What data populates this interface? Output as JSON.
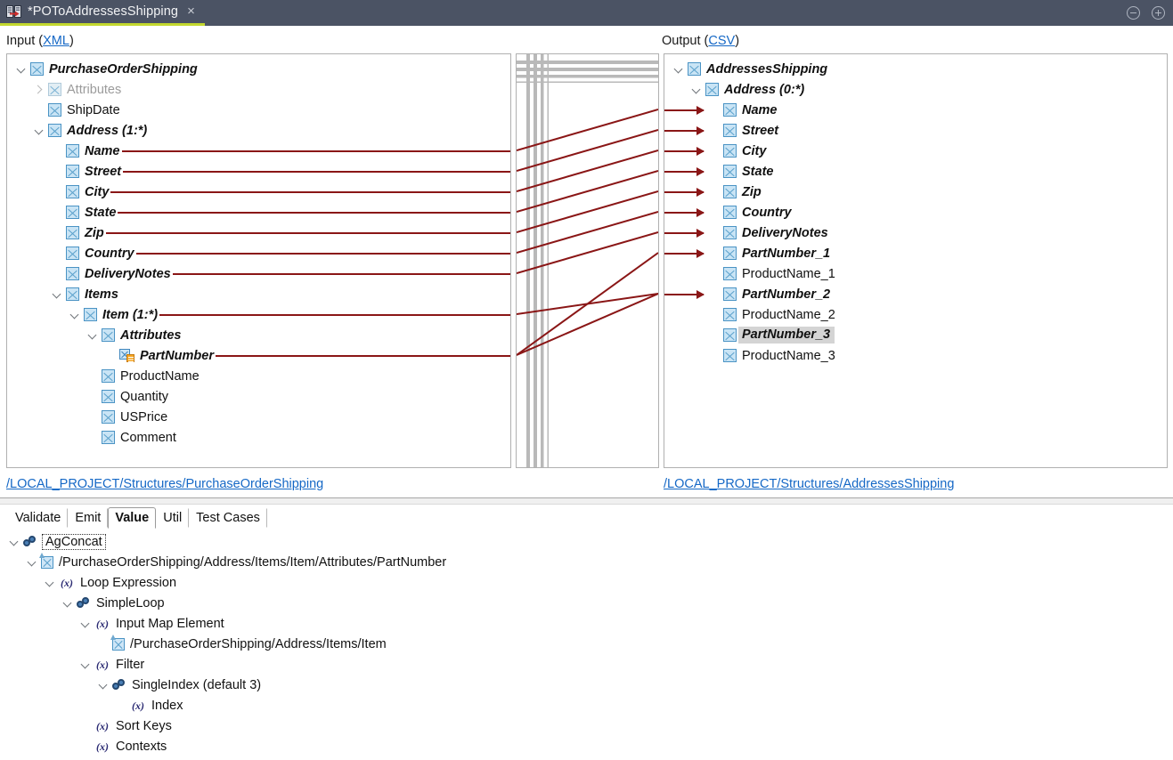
{
  "window": {
    "tab_title": "*POToAddressesShipping",
    "tab_icon": "mapping-file-icon",
    "close_label": "×",
    "minimize_label": "minimize-button",
    "maximize_label": "maximize-button",
    "accent_color": "#c3d82e",
    "titlebar_color": "#4b5364"
  },
  "input": {
    "header_prefix": "Input (",
    "header_link": "XML",
    "header_suffix": ")",
    "footer_link": "/LOCAL_PROJECT/Structures/PurchaseOrderShipping",
    "nodes": [
      {
        "label": "PurchaseOrderShipping",
        "indent": 0,
        "twisty": "expanded",
        "icon": "element-icon",
        "bold": true,
        "dim": false,
        "connector": false
      },
      {
        "label": "Attributes",
        "indent": 1,
        "twisty": "collapsed",
        "icon": "element-icon",
        "bold": false,
        "dim": true,
        "connector": false
      },
      {
        "label": "ShipDate",
        "indent": 1,
        "twisty": "none",
        "icon": "element-icon",
        "bold": false,
        "dim": false,
        "connector": false
      },
      {
        "label": "Address (1:*)",
        "indent": 1,
        "twisty": "expanded",
        "icon": "element-icon",
        "bold": true,
        "dim": false,
        "connector": false
      },
      {
        "label": "Name",
        "indent": 2,
        "twisty": "none",
        "icon": "element-icon",
        "bold": true,
        "dim": false,
        "connector": true
      },
      {
        "label": "Street",
        "indent": 2,
        "twisty": "none",
        "icon": "element-icon",
        "bold": true,
        "dim": false,
        "connector": true
      },
      {
        "label": "City",
        "indent": 2,
        "twisty": "none",
        "icon": "element-icon",
        "bold": true,
        "dim": false,
        "connector": true
      },
      {
        "label": "State",
        "indent": 2,
        "twisty": "none",
        "icon": "element-icon",
        "bold": true,
        "dim": false,
        "connector": true
      },
      {
        "label": "Zip",
        "indent": 2,
        "twisty": "none",
        "icon": "element-icon",
        "bold": true,
        "dim": false,
        "connector": true
      },
      {
        "label": "Country",
        "indent": 2,
        "twisty": "none",
        "icon": "element-icon",
        "bold": true,
        "dim": false,
        "connector": true
      },
      {
        "label": "DeliveryNotes",
        "indent": 2,
        "twisty": "none",
        "icon": "element-icon",
        "bold": true,
        "dim": false,
        "connector": true
      },
      {
        "label": "Items",
        "indent": 2,
        "twisty": "expanded",
        "icon": "element-icon",
        "bold": true,
        "dim": false,
        "connector": false
      },
      {
        "label": "Item (1:*)",
        "indent": 3,
        "twisty": "expanded",
        "icon": "element-icon",
        "bold": true,
        "dim": false,
        "connector": true
      },
      {
        "label": "Attributes",
        "indent": 4,
        "twisty": "expanded",
        "icon": "element-icon",
        "bold": true,
        "dim": false,
        "connector": false
      },
      {
        "label": "PartNumber",
        "indent": 5,
        "twisty": "none",
        "icon": "attribute-icon",
        "bold": true,
        "dim": false,
        "connector": true
      },
      {
        "label": "ProductName",
        "indent": 4,
        "twisty": "none",
        "icon": "element-icon",
        "bold": false,
        "dim": false,
        "connector": false
      },
      {
        "label": "Quantity",
        "indent": 4,
        "twisty": "none",
        "icon": "element-icon",
        "bold": false,
        "dim": false,
        "connector": false
      },
      {
        "label": "USPrice",
        "indent": 4,
        "twisty": "none",
        "icon": "element-icon",
        "bold": false,
        "dim": false,
        "connector": false
      },
      {
        "label": "Comment",
        "indent": 4,
        "twisty": "none",
        "icon": "element-icon",
        "bold": false,
        "dim": false,
        "connector": false
      }
    ]
  },
  "output": {
    "header_prefix": "Output (",
    "header_link": "CSV",
    "header_suffix": ")",
    "footer_link": "/LOCAL_PROJECT/Structures/AddressesShipping",
    "nodes": [
      {
        "label": "AddressesShipping",
        "indent": 0,
        "twisty": "expanded",
        "icon": "element-icon",
        "bold": true,
        "arrow": false,
        "selected": false
      },
      {
        "label": "Address (0:*)",
        "indent": 1,
        "twisty": "expanded",
        "icon": "element-icon",
        "bold": true,
        "arrow": false,
        "selected": false
      },
      {
        "label": "Name",
        "indent": 2,
        "twisty": "none",
        "icon": "element-icon",
        "bold": true,
        "arrow": true,
        "selected": false
      },
      {
        "label": "Street",
        "indent": 2,
        "twisty": "none",
        "icon": "element-icon",
        "bold": true,
        "arrow": true,
        "selected": false
      },
      {
        "label": "City",
        "indent": 2,
        "twisty": "none",
        "icon": "element-icon",
        "bold": true,
        "arrow": true,
        "selected": false
      },
      {
        "label": "State",
        "indent": 2,
        "twisty": "none",
        "icon": "element-icon",
        "bold": true,
        "arrow": true,
        "selected": false
      },
      {
        "label": "Zip",
        "indent": 2,
        "twisty": "none",
        "icon": "element-icon",
        "bold": true,
        "arrow": true,
        "selected": false
      },
      {
        "label": "Country",
        "indent": 2,
        "twisty": "none",
        "icon": "element-icon",
        "bold": true,
        "arrow": true,
        "selected": false
      },
      {
        "label": "DeliveryNotes",
        "indent": 2,
        "twisty": "none",
        "icon": "element-icon",
        "bold": true,
        "arrow": true,
        "selected": false
      },
      {
        "label": "PartNumber_1",
        "indent": 2,
        "twisty": "none",
        "icon": "element-icon",
        "bold": true,
        "arrow": true,
        "selected": false
      },
      {
        "label": "ProductName_1",
        "indent": 2,
        "twisty": "none",
        "icon": "element-icon",
        "bold": false,
        "arrow": false,
        "selected": false
      },
      {
        "label": "PartNumber_2",
        "indent": 2,
        "twisty": "none",
        "icon": "element-icon",
        "bold": true,
        "arrow": true,
        "selected": false
      },
      {
        "label": "ProductName_2",
        "indent": 2,
        "twisty": "none",
        "icon": "element-icon",
        "bold": false,
        "arrow": false,
        "selected": false
      },
      {
        "label": "PartNumber_3",
        "indent": 2,
        "twisty": "none",
        "icon": "element-icon",
        "bold": true,
        "arrow": false,
        "selected": true
      },
      {
        "label": "ProductName_3",
        "indent": 2,
        "twisty": "none",
        "icon": "element-icon",
        "bold": false,
        "arrow": false,
        "selected": false
      }
    ]
  },
  "mapping": {
    "line_color": "#8a1616",
    "grid_color": "#b9b9b9",
    "links": [
      {
        "from": "Name",
        "to": "Name"
      },
      {
        "from": "Street",
        "to": "Street"
      },
      {
        "from": "City",
        "to": "City"
      },
      {
        "from": "State",
        "to": "State"
      },
      {
        "from": "Zip",
        "to": "Zip"
      },
      {
        "from": "Country",
        "to": "Country"
      },
      {
        "from": "DeliveryNotes",
        "to": "DeliveryNotes"
      },
      {
        "from": "Item (1:*)",
        "to": "PartNumber_2"
      },
      {
        "from": "PartNumber",
        "to": "PartNumber_1"
      },
      {
        "from": "PartNumber",
        "to": "PartNumber_2"
      }
    ]
  },
  "editor": {
    "tabs": [
      {
        "label": "Validate",
        "active": false
      },
      {
        "label": "Emit",
        "active": false
      },
      {
        "label": "Value",
        "active": true
      },
      {
        "label": "Util",
        "active": false
      },
      {
        "label": "Test Cases",
        "active": false
      }
    ],
    "nodes": [
      {
        "label": "AgConcat",
        "indent": 0,
        "twisty": "expanded",
        "icon": "function-icon",
        "focus": true
      },
      {
        "label": "/PurchaseOrderShipping/Address/Items/Item/Attributes/PartNumber",
        "indent": 1,
        "twisty": "expanded",
        "icon": "map-element-icon",
        "focus": false
      },
      {
        "label": "Loop Expression",
        "indent": 2,
        "twisty": "expanded",
        "icon": "expression-icon",
        "focus": false
      },
      {
        "label": "SimpleLoop",
        "indent": 3,
        "twisty": "expanded",
        "icon": "function-icon",
        "focus": false
      },
      {
        "label": "Input Map Element",
        "indent": 4,
        "twisty": "expanded",
        "icon": "expression-icon",
        "focus": false
      },
      {
        "label": "/PurchaseOrderShipping/Address/Items/Item",
        "indent": 5,
        "twisty": "none",
        "icon": "map-element-icon",
        "focus": false
      },
      {
        "label": "Filter",
        "indent": 4,
        "twisty": "expanded",
        "icon": "expression-icon",
        "focus": false
      },
      {
        "label": "SingleIndex (default 3)",
        "indent": 5,
        "twisty": "expanded",
        "icon": "function-icon",
        "focus": false
      },
      {
        "label": "Index",
        "indent": 6,
        "twisty": "none",
        "icon": "expression-icon",
        "focus": false
      },
      {
        "label": "Sort Keys",
        "indent": 4,
        "twisty": "none",
        "icon": "expression-icon",
        "focus": false
      },
      {
        "label": "Contexts",
        "indent": 4,
        "twisty": "none",
        "icon": "expression-icon",
        "focus": false
      }
    ]
  }
}
